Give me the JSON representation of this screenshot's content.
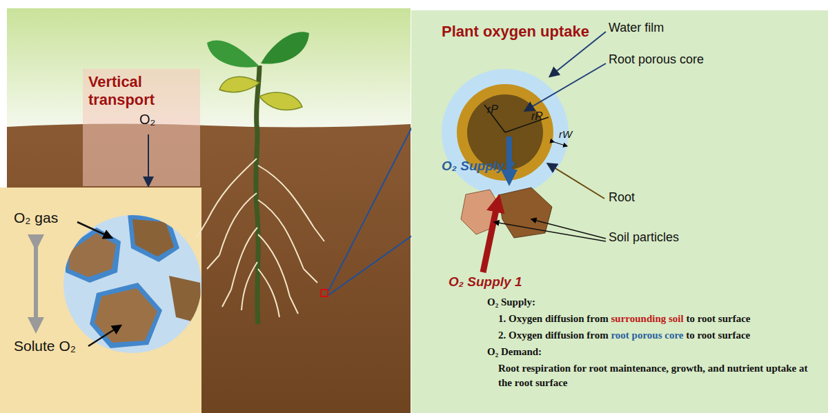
{
  "diagram": {
    "nodes": [
      {
        "text": [
          "Vertical transport",
          "O₂"
        ]
      },
      {
        "text": [
          "O₂ gas",
          "Solute O₂"
        ]
      },
      {
        "text": [
          "Plant oxygen uptake"
        ]
      }
    ],
    "labels": [
      "Water film",
      "Root porous core",
      "rP",
      "rR",
      "rW",
      "Root",
      "O₂ Supply 2",
      "Soil particles",
      "O₂ Supply 1",
      "O₂ Supply:",
      "1. Oxygen diffusion from",
      "surrounding soil",
      "to root surface",
      "2. Oxygen diffusion from",
      "root porous core",
      "to root surface",
      "O₂ Demand:",
      "Root respiration for root maintenance, growth, and nutrient uptake at the root surface"
    ]
  }
}
